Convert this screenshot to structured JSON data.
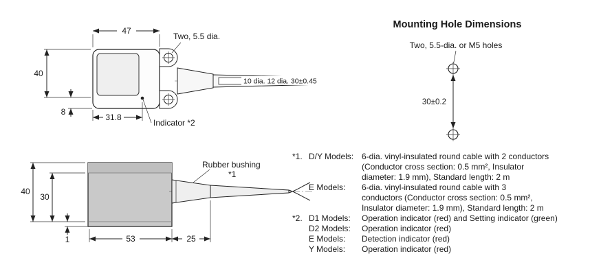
{
  "top_view": {
    "dim_width": "47",
    "holes_label": "Two, 5.5 dia.",
    "dim_height": "40",
    "dim_offset": "8",
    "dim_indicator_pos": "31.8",
    "indicator_label": "Indicator *2",
    "cable_dims": "10 dia. 12 dia. 30±0.45"
  },
  "side_view": {
    "bushing_label": "Rubber bushing",
    "bushing_ref": "*1",
    "dim_height": "40",
    "dim_inner_height": "30",
    "dim_lip": "1",
    "dim_body_length": "53",
    "dim_bushing_length": "25"
  },
  "mounting": {
    "title": "Mounting Hole Dimensions",
    "holes_label": "Two, 5.5-dia. or M5 holes",
    "dim_spacing": "30±0.2"
  },
  "notes": {
    "rows": [
      {
        "marker": "*1.",
        "label": "D/Y Models:",
        "lines": [
          "6-dia. vinyl-insulated round cable with 2 conductors",
          "(Conductor cross section: 0.5 mm², Insulator",
          "diameter: 1.9 mm), Standard length: 2 m"
        ]
      },
      {
        "marker": "",
        "label": "E Models:",
        "lines": [
          "6-dia. vinyl-insulated round cable with 3",
          "conductors (Conductor cross section: 0.5 mm²,",
          "Insulator diameter: 1.9 mm), Standard length: 2 m"
        ]
      },
      {
        "marker": "*2.",
        "label": "D1 Models:",
        "lines": [
          "Operation indicator (red) and Setting indicator (green)"
        ]
      },
      {
        "marker": "",
        "label": "D2 Models:",
        "lines": [
          "Operation indicator (red)"
        ]
      },
      {
        "marker": "",
        "label": "E Models:",
        "lines": [
          "Detection indicator (red)"
        ]
      },
      {
        "marker": "",
        "label": "Y Models:",
        "lines": [
          "Operation indicator (red)"
        ]
      }
    ]
  }
}
